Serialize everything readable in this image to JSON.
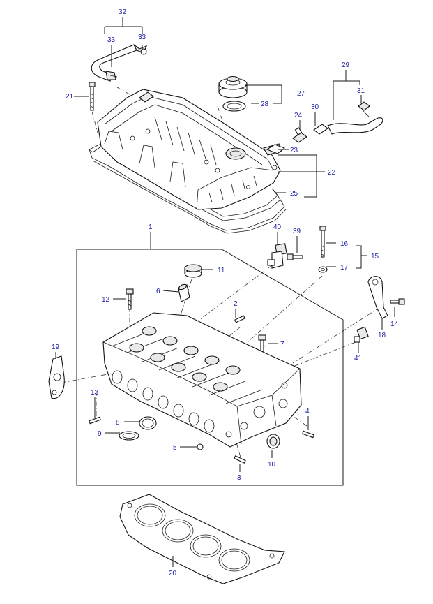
{
  "diagram": {
    "callouts": {
      "c1": "1",
      "c2": "2",
      "c3": "3",
      "c4": "4",
      "c5": "5",
      "c6": "6",
      "c7": "7",
      "c8": "8",
      "c9": "9",
      "c10": "10",
      "c11": "11",
      "c12": "12",
      "c13": "13",
      "c14": "14",
      "c15": "15",
      "c16": "16",
      "c17": "17",
      "c18": "18",
      "c19": "19",
      "c20": "20",
      "c21": "21",
      "c22": "22",
      "c23": "23",
      "c24": "24",
      "c25": "25",
      "c27": "27",
      "c28": "28",
      "c29": "29",
      "c30": "30",
      "c31": "31",
      "c32": "32",
      "c33a": "33",
      "c33b": "33",
      "c39": "39",
      "c40": "40",
      "c41": "41"
    },
    "label_color": "#1a1aa6",
    "line_color": "#1a1a1a"
  }
}
